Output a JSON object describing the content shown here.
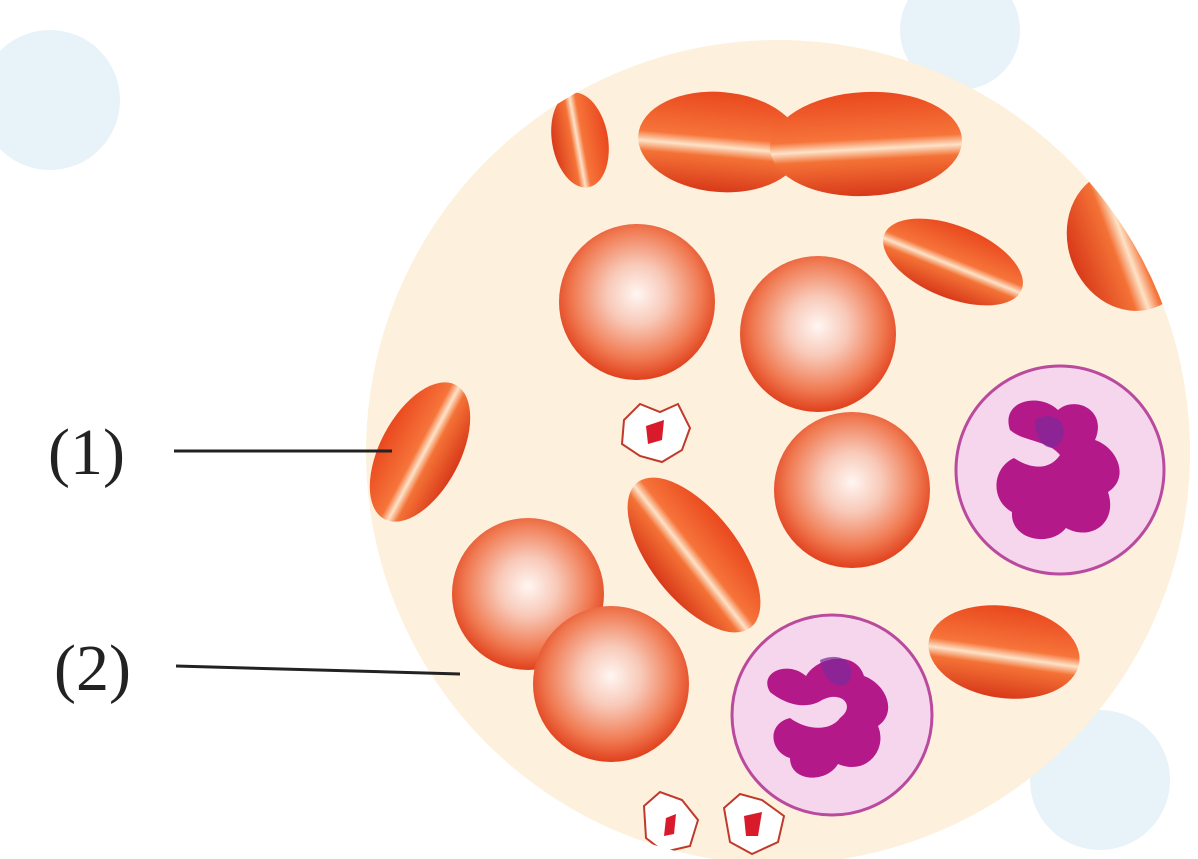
{
  "labels": [
    {
      "id": "1",
      "text": "(1)"
    },
    {
      "id": "2",
      "text": "(2)"
    }
  ],
  "colors": {
    "plasma": "#fdf0dc",
    "rbc_dark": "#e0401c",
    "rbc_mid": "#f26a3a",
    "rbc_center": "#fff4f0",
    "wbc_cytoplasm": "#f6d6ec",
    "wbc_border": "#b94a9e",
    "wbc_nucleus": "#c01e92",
    "platelet": "#d81a2a",
    "leader_line": "#222222"
  },
  "icons": {
    "erythrocyte": "biconcave-disc",
    "leukocyte": "lobed-nucleus-cell",
    "platelet": "fragment"
  }
}
